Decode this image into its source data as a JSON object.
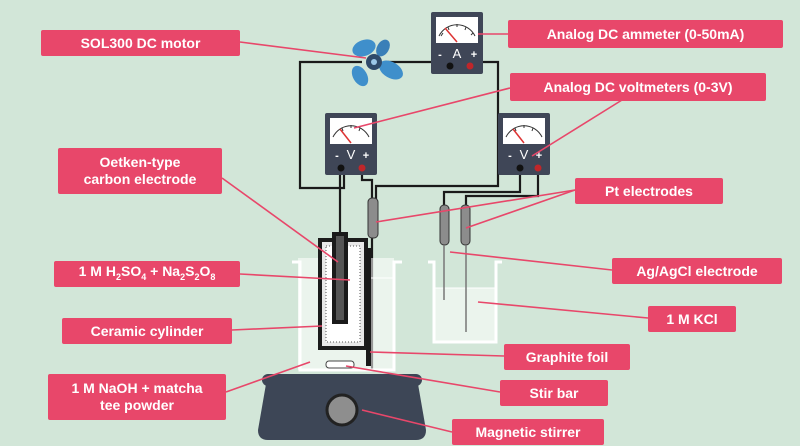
{
  "colors": {
    "background": "#d2e6d8",
    "label_bg": "#e8476a",
    "label_text": "#ffffff",
    "meter_body": "#3f4657",
    "fan_blue": "#3f8fcb",
    "wire": "#1a1a1a"
  },
  "meters": {
    "ammeter_symbol": "A",
    "voltmeter1_symbol": "V",
    "voltmeter2_symbol": "V",
    "minus": "-",
    "plus": "+"
  },
  "labels": {
    "motor": "SOL300 DC motor",
    "ammeter": "Analog DC ammeter (0-50mA)",
    "voltmeters": "Analog DC voltmeters (0-3V)",
    "oetken_line1": "Oetken-type",
    "oetken_line2": "carbon electrode",
    "pt": "Pt electrodes",
    "h2so4_parts": [
      "1 M H",
      "2",
      "SO",
      "4",
      " + Na",
      "2",
      "S",
      "2",
      "O",
      "8"
    ],
    "agcl": "Ag/AgCl electrode",
    "ceramic": "Ceramic cylinder",
    "kcl": "1 M KCl",
    "graphite": "Graphite foil",
    "naoh_line1": "1 M NaOH + matcha",
    "naoh_line2": "tee powder",
    "stirbar": "Stir bar",
    "stirrer": "Magnetic stirrer"
  }
}
